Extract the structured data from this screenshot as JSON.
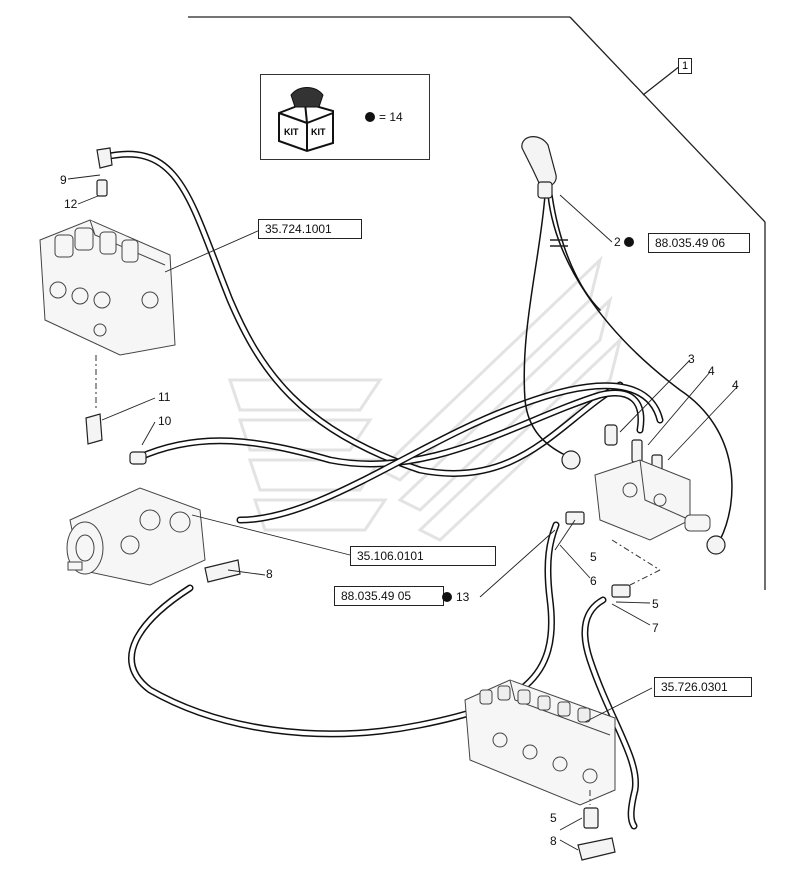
{
  "kit": {
    "badge_text": "KIT",
    "count_label": "= 14"
  },
  "item_box": "1",
  "references": {
    "ref_valve_top": "35.724.1001",
    "ref_pump": "35.106.0101",
    "ref_valve_bottom": "35.726.0301",
    "ref_part_joystick": "88.035.49 06",
    "ref_part_hose": "88.035.49 05"
  },
  "callouts": {
    "c9": "9",
    "c12": "12",
    "c11": "11",
    "c10": "10",
    "c8a": "8",
    "c2": "2",
    "c3": "3",
    "c4a": "4",
    "c4b": "4",
    "c5a": "5",
    "c6": "6",
    "c5b": "5",
    "c7": "7",
    "c13": "13",
    "c5c": "5",
    "c8b": "8"
  },
  "colors": {
    "line": "#222222",
    "hose": "#111111",
    "part_fill": "#f4f4f4",
    "watermark": "#e6e6e6"
  }
}
